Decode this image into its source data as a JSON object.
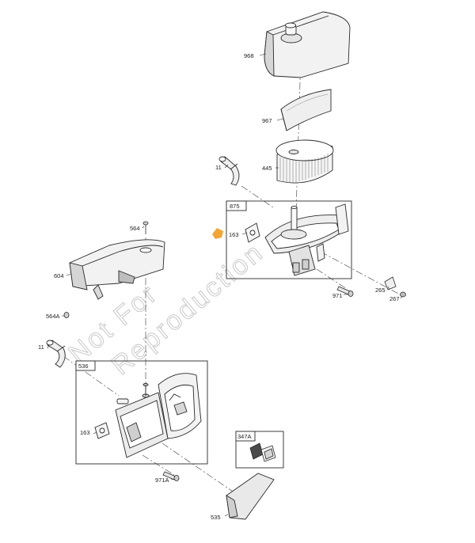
{
  "watermark": {
    "line1": "Not For",
    "line2": "Reproduction"
  },
  "callouts": {
    "p968": "968",
    "p967": "967",
    "p445": "445",
    "p11_upper": "11",
    "p875": "875",
    "p163_upper": "163",
    "p971": "971",
    "p265": "265",
    "p267": "267",
    "p564": "564",
    "p604": "604",
    "p564A": "564A",
    "p11_lower": "11",
    "p536": "536",
    "p163_lower": "163",
    "p347A": "347A",
    "p971A": "971A",
    "p535": "535"
  },
  "colors": {
    "line": "#2a2a2a",
    "part_fill": "#f2f2f2",
    "shade": "#cfcfcf",
    "highlight_arrow": "#f3a534"
  }
}
